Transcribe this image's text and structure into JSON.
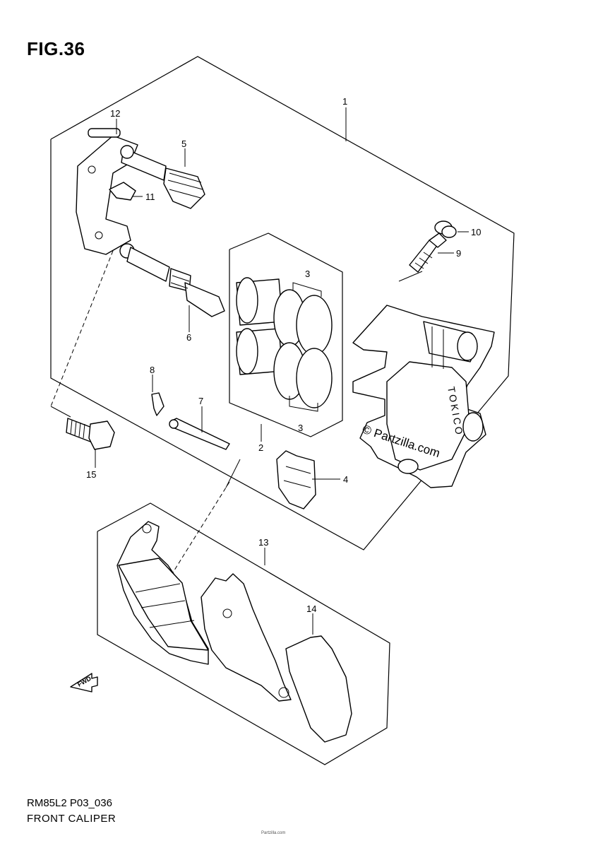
{
  "figure": {
    "title": "FIG.36",
    "code": "RM85L2 P03_036",
    "name": "FRONT CALIPER",
    "fine_print": "Partzilla.com"
  },
  "watermark": "© Partzilla.com",
  "caliper_brand": "TOKICO",
  "fwd_label": "FWD",
  "callouts": {
    "c1": "1",
    "c2": "2",
    "c3a": "3",
    "c3b": "3",
    "c4": "4",
    "c5": "5",
    "c6": "6",
    "c7": "7",
    "c8": "8",
    "c9": "9",
    "c10": "10",
    "c11": "11",
    "c12": "12",
    "c13": "13",
    "c14": "14",
    "c15": "15"
  },
  "icons": [
    "fwd-arrow-icon"
  ]
}
